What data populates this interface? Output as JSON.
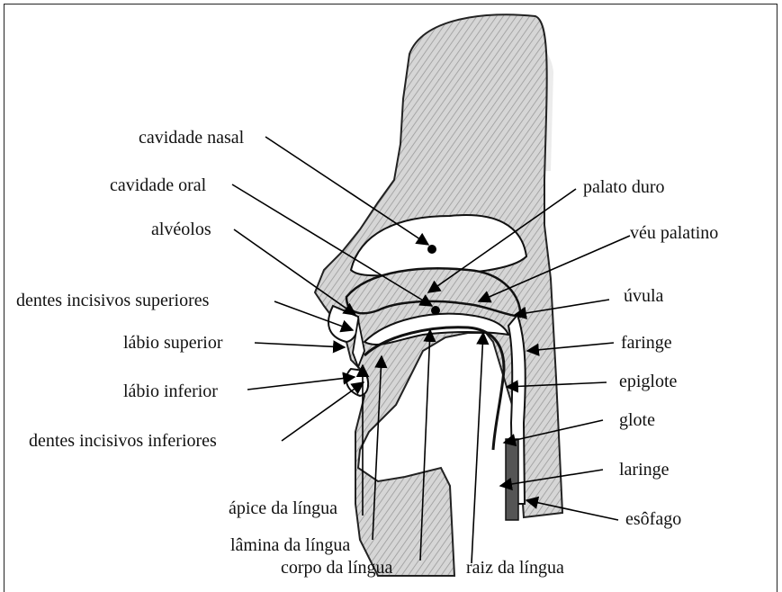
{
  "labels": {
    "cavidade_nasal": "cavidade nasal",
    "cavidade_oral": "cavidade oral",
    "alveolos": "alvéolos",
    "dentes_sup": "dentes incisivos superiores",
    "labio_sup": "lábio superior",
    "labio_inf": "lábio inferior",
    "dentes_inf": "dentes incisivos inferiores",
    "apice": "ápice da língua",
    "lamina": "lâmina da língua",
    "corpo": "corpo da língua",
    "raiz": "raiz da língua",
    "palato_duro": "palato duro",
    "veu_palatino": "véu palatino",
    "uvula": "úvula",
    "faringe": "faringe",
    "epiglote": "epiglote",
    "glote": "glote",
    "laringe": "laringe",
    "esofago": "esôfago"
  }
}
